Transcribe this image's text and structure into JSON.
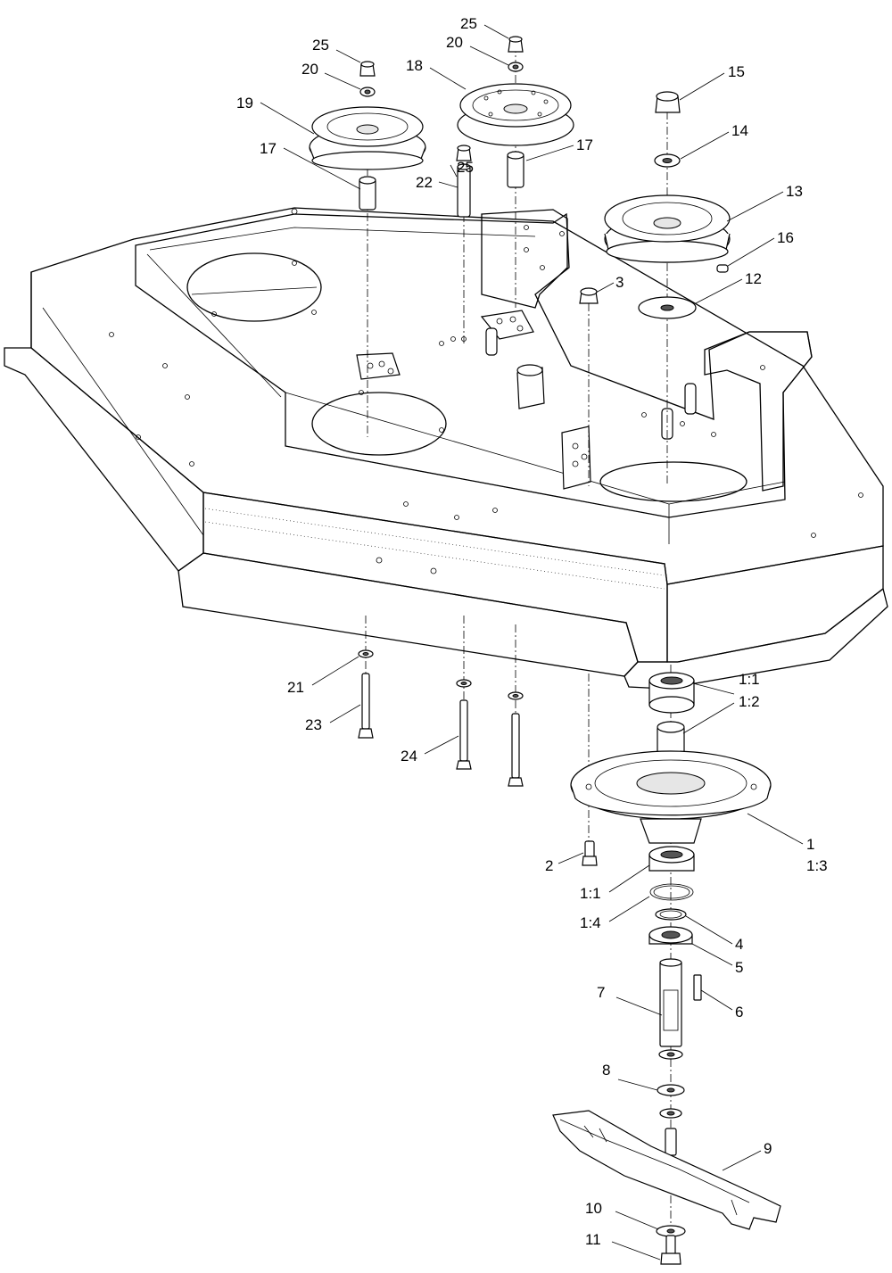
{
  "callouts": [
    {
      "id": "c25a",
      "text": "25"
    },
    {
      "id": "c20a",
      "text": "20"
    },
    {
      "id": "c19",
      "text": "19"
    },
    {
      "id": "c17a",
      "text": "17"
    },
    {
      "id": "c25b",
      "text": "25"
    },
    {
      "id": "c20b",
      "text": "20"
    },
    {
      "id": "c18",
      "text": "18"
    },
    {
      "id": "c25c",
      "text": "25"
    },
    {
      "id": "c22",
      "text": "22"
    },
    {
      "id": "c17b",
      "text": "17"
    },
    {
      "id": "c15",
      "text": "15"
    },
    {
      "id": "c14",
      "text": "14"
    },
    {
      "id": "c13",
      "text": "13"
    },
    {
      "id": "c16",
      "text": "16"
    },
    {
      "id": "c12",
      "text": "12"
    },
    {
      "id": "c3",
      "text": "3"
    },
    {
      "id": "c21",
      "text": "21"
    },
    {
      "id": "c23",
      "text": "23"
    },
    {
      "id": "c24",
      "text": "24"
    },
    {
      "id": "c1_1a",
      "text": "1:1"
    },
    {
      "id": "c1_2",
      "text": "1:2"
    },
    {
      "id": "c1",
      "text": "1"
    },
    {
      "id": "c1_3",
      "text": "1:3"
    },
    {
      "id": "c2",
      "text": "2"
    },
    {
      "id": "c1_1b",
      "text": "1:1"
    },
    {
      "id": "c1_4",
      "text": "1:4"
    },
    {
      "id": "c4",
      "text": "4"
    },
    {
      "id": "c5",
      "text": "5"
    },
    {
      "id": "c7",
      "text": "7"
    },
    {
      "id": "c6",
      "text": "6"
    },
    {
      "id": "c8",
      "text": "8"
    },
    {
      "id": "c9",
      "text": "9"
    },
    {
      "id": "c10",
      "text": "10"
    },
    {
      "id": "c11",
      "text": "11"
    }
  ]
}
